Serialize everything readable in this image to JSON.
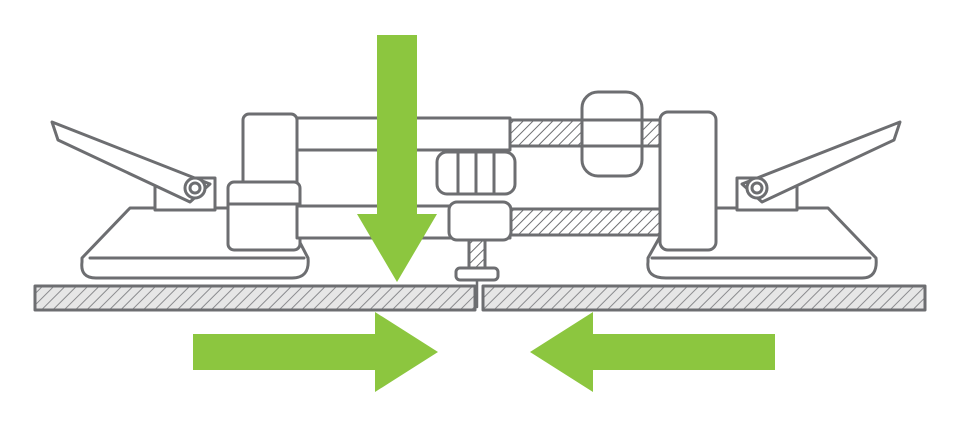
{
  "diagram": {
    "subject": "vacuum-suction-cup-seam-setter",
    "colors": {
      "outline": "#6d6e71",
      "fill": "#ffffff",
      "hatch": "#8a8b8e",
      "surface_fill": "#d9d9d9",
      "arrow": "#8cc63f"
    },
    "arrows": [
      {
        "name": "downward-pressure-arrow",
        "direction": "down"
      },
      {
        "name": "push-right-arrow",
        "direction": "right"
      },
      {
        "name": "push-left-arrow",
        "direction": "left"
      }
    ]
  }
}
